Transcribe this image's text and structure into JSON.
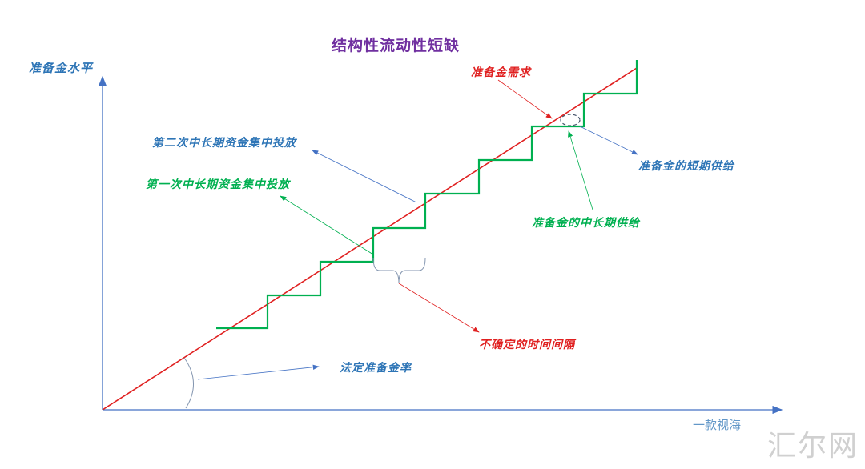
{
  "title": "结构性流动性短缺",
  "y_axis_label": "准备金水平",
  "labels": {
    "demand": "准备金需求",
    "second_injection": "第二次中长期资金集中投放",
    "first_injection": "第一次中长期资金集中投放",
    "short_term_supply": "准备金的短期供给",
    "long_term_supply": "准备金的中长期供给",
    "uncertain_interval": "不确定的时间间隔",
    "reserve_ratio": "法定准备金率"
  },
  "watermark": {
    "source": "一款视海",
    "site": "汇尔网"
  },
  "colors": {
    "title": "#7030a0",
    "blue": "#2e75b6",
    "green": "#00b050",
    "red": "#e02020",
    "axis": "#4472c4"
  }
}
